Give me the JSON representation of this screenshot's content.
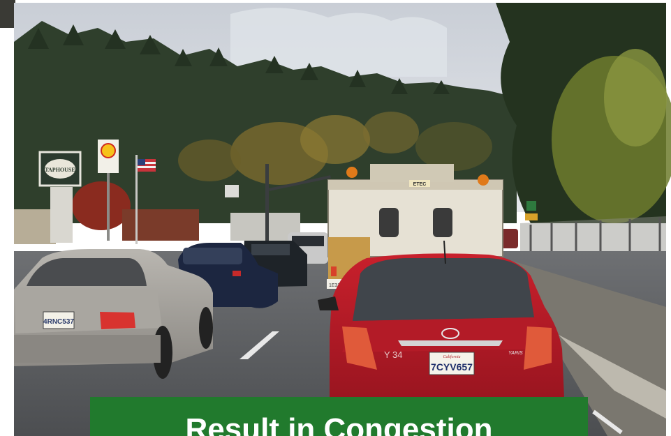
{
  "photo": {
    "description_icon": "traffic-photo",
    "signs": {
      "restaurant_sign": "TAPHOUSE",
      "truck_sign": "ETEC"
    },
    "plates": {
      "red_car": "7CYV657",
      "red_car_state": "California",
      "silver_car": "4RNC537",
      "truck_plate": "1E32422"
    },
    "red_car_badge": "Y 34",
    "red_car_model": "YARIS"
  },
  "caption": {
    "text": "Result in Congestion",
    "bg_color": "#217a2d",
    "text_color": "#ffffff"
  }
}
